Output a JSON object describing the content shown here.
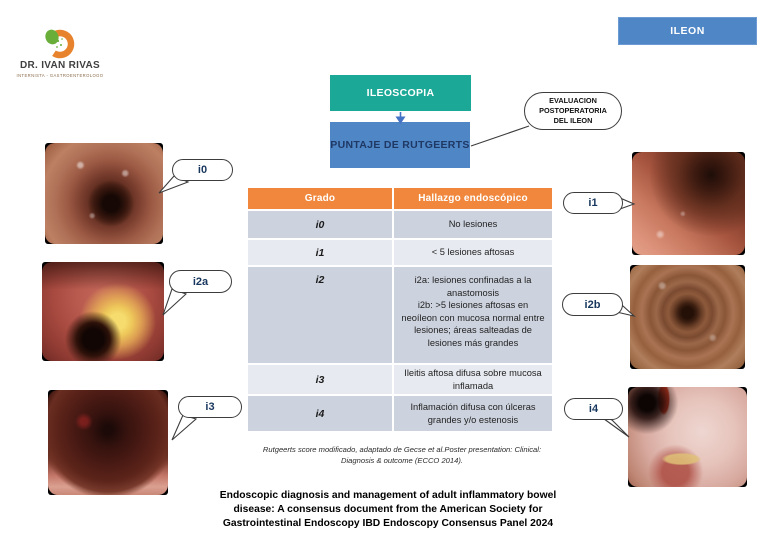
{
  "logo": {
    "name": "DR. IVAN RIVAS",
    "tagline": "INTERNISTA - GASTROENTEROLOGO"
  },
  "nav": {
    "ileon_button": "ILEON"
  },
  "flowchart": {
    "step1": "ILEOSCOPIA",
    "step2": "PUNTAJE DE RUTGEERTS",
    "callout": "EVALUACION\nPOSTOPERATORIA\nDEL ILEON"
  },
  "table": {
    "headers": {
      "grade": "Grado",
      "finding": "Hallazgo endoscópico"
    },
    "rows": [
      {
        "grade": "i0",
        "finding": "No lesiones"
      },
      {
        "grade": "i1",
        "finding": "< 5 lesiones aftosas"
      },
      {
        "grade": "i2",
        "finding": "i2a: lesiones confinadas a la\nanastomosis\ni2b:  >5 lesiones aftosas en\nneoíleon con mucosa normal entre\nlesiones; áreas salteadas de\nlesiones más grandes"
      },
      {
        "grade": "i3",
        "finding": "Ileitis aftosa difusa sobre mucosa\ninflamada"
      },
      {
        "grade": "i4",
        "finding": "Inflamación difusa con úlceras\ngrandes y/o estenosis"
      }
    ],
    "footnote": "Rutgeerts score modificado, adaptado de Gecse et al.Poster presentation: Clinical:\nDiagnosis & outcome (ECCO 2014)."
  },
  "figures": {
    "i0": "i0",
    "i1": "i1",
    "i2a": "i2a",
    "i2b": "i2b",
    "i3": "i3",
    "i4": "i4"
  },
  "citation": "Endoscopic diagnosis and management of adult inflammatory bowel\ndisease: A consensus document  from the American Society for\nGastrointestinal Endoscopy IBD  Endoscopy Consensus Panel 2024",
  "colors": {
    "orange": "#F0873C",
    "teal": "#1BA897",
    "blue": "#4E86C6",
    "navy": "#1F3864",
    "row_dark": "#CDD3DE",
    "row_light": "#E7EAF0"
  }
}
